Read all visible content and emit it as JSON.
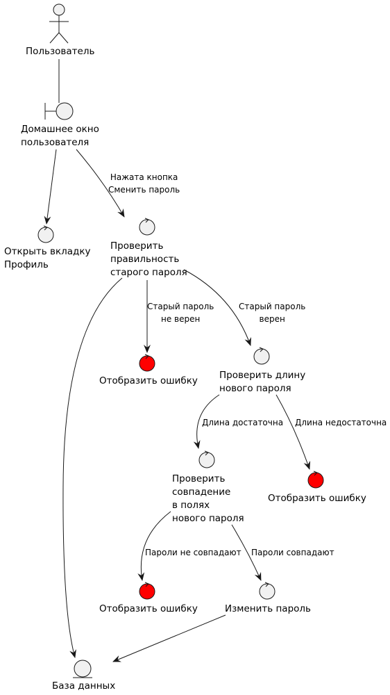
{
  "colors": {
    "node_fill": "#f1f1f1",
    "error_fill": "#ff0000",
    "stroke": "#181818"
  },
  "actor": {
    "icon": "actor-icon",
    "label": "Пользователь"
  },
  "boundary": {
    "icon": "boundary-icon",
    "label_line1": "Домашнее окно",
    "label_line2": "пользователя"
  },
  "nodes": {
    "open_profile": {
      "icon": "control-icon",
      "line1": "Открыть вкладку",
      "line2": "Профиль"
    },
    "check_old": {
      "icon": "control-icon",
      "line1": "Проверить",
      "line2": "правильность",
      "line3": "старого пароля"
    },
    "error1": {
      "icon": "error-control-icon",
      "label": "Отобразить ошибку"
    },
    "check_length": {
      "icon": "control-icon",
      "line1": "Проверить длину",
      "line2": "нового пароля"
    },
    "check_match": {
      "icon": "control-icon",
      "line1": "Проверить",
      "line2": "совпадение",
      "line3": "в полях",
      "line4": "нового пароля"
    },
    "error2": {
      "icon": "error-control-icon",
      "label": "Отобразить ошибку"
    },
    "error3": {
      "icon": "error-control-icon",
      "label": "Отобразить ошибку"
    },
    "change_password": {
      "icon": "control-icon",
      "label": "Изменить пароль"
    },
    "database": {
      "icon": "entity-icon",
      "label": "База данных"
    }
  },
  "edges": {
    "change_btn_line1": "Нажата кнопка",
    "change_btn_line2": "Сменить пароль",
    "old_wrong_line1": "Старый пароль",
    "old_wrong_line2": "не верен",
    "old_right_line1": "Старый пароль",
    "old_right_line2": "верен",
    "len_ok": "Длина достаточна",
    "len_bad": "Длина недостаточна",
    "pw_mismatch": "Пароли не совпадают",
    "pw_match": "Пароли совпадают"
  }
}
